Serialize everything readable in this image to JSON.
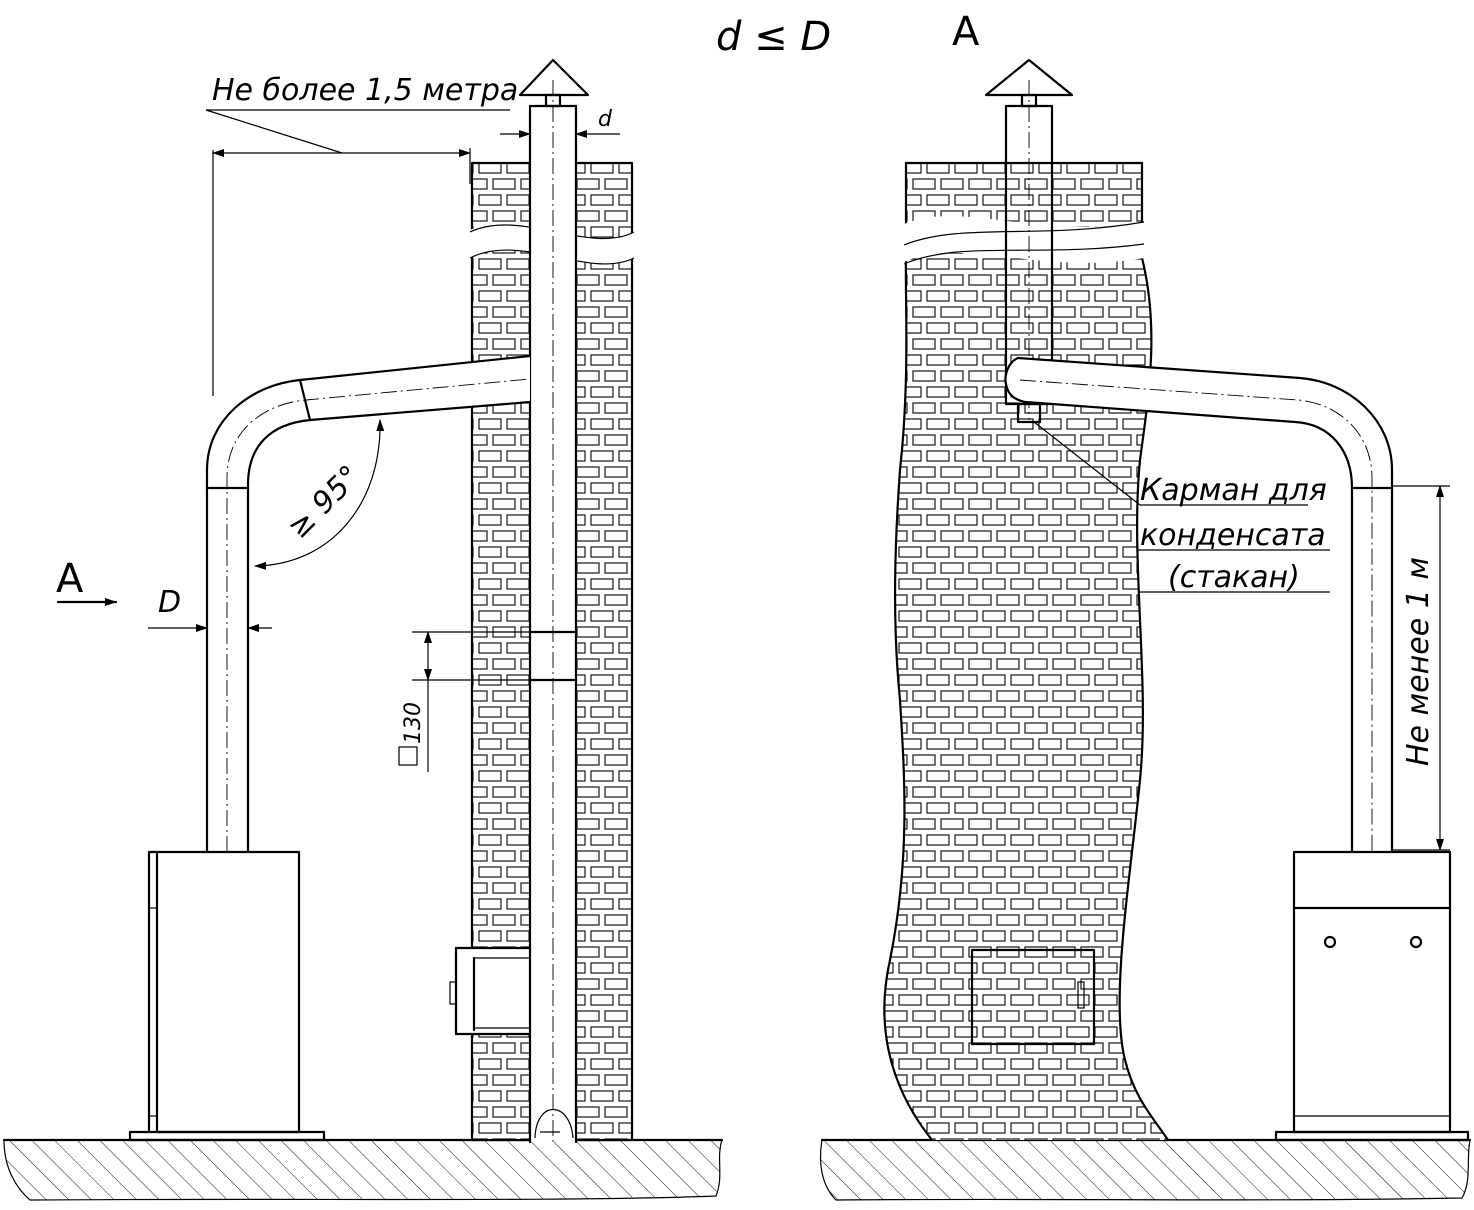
{
  "labels": {
    "relation": "d ≤ D",
    "view_a_top": "A",
    "view_a_arrow": "A",
    "max_length": "Не более 1,5 метра",
    "small_d": "d",
    "big_d": "D",
    "angle": "≥ 95°",
    "section": "130",
    "pocket_line1": "Карман для",
    "pocket_line2": "конденсата",
    "pocket_line3": "(стакан)",
    "min_height": "Не менее 1 м"
  }
}
